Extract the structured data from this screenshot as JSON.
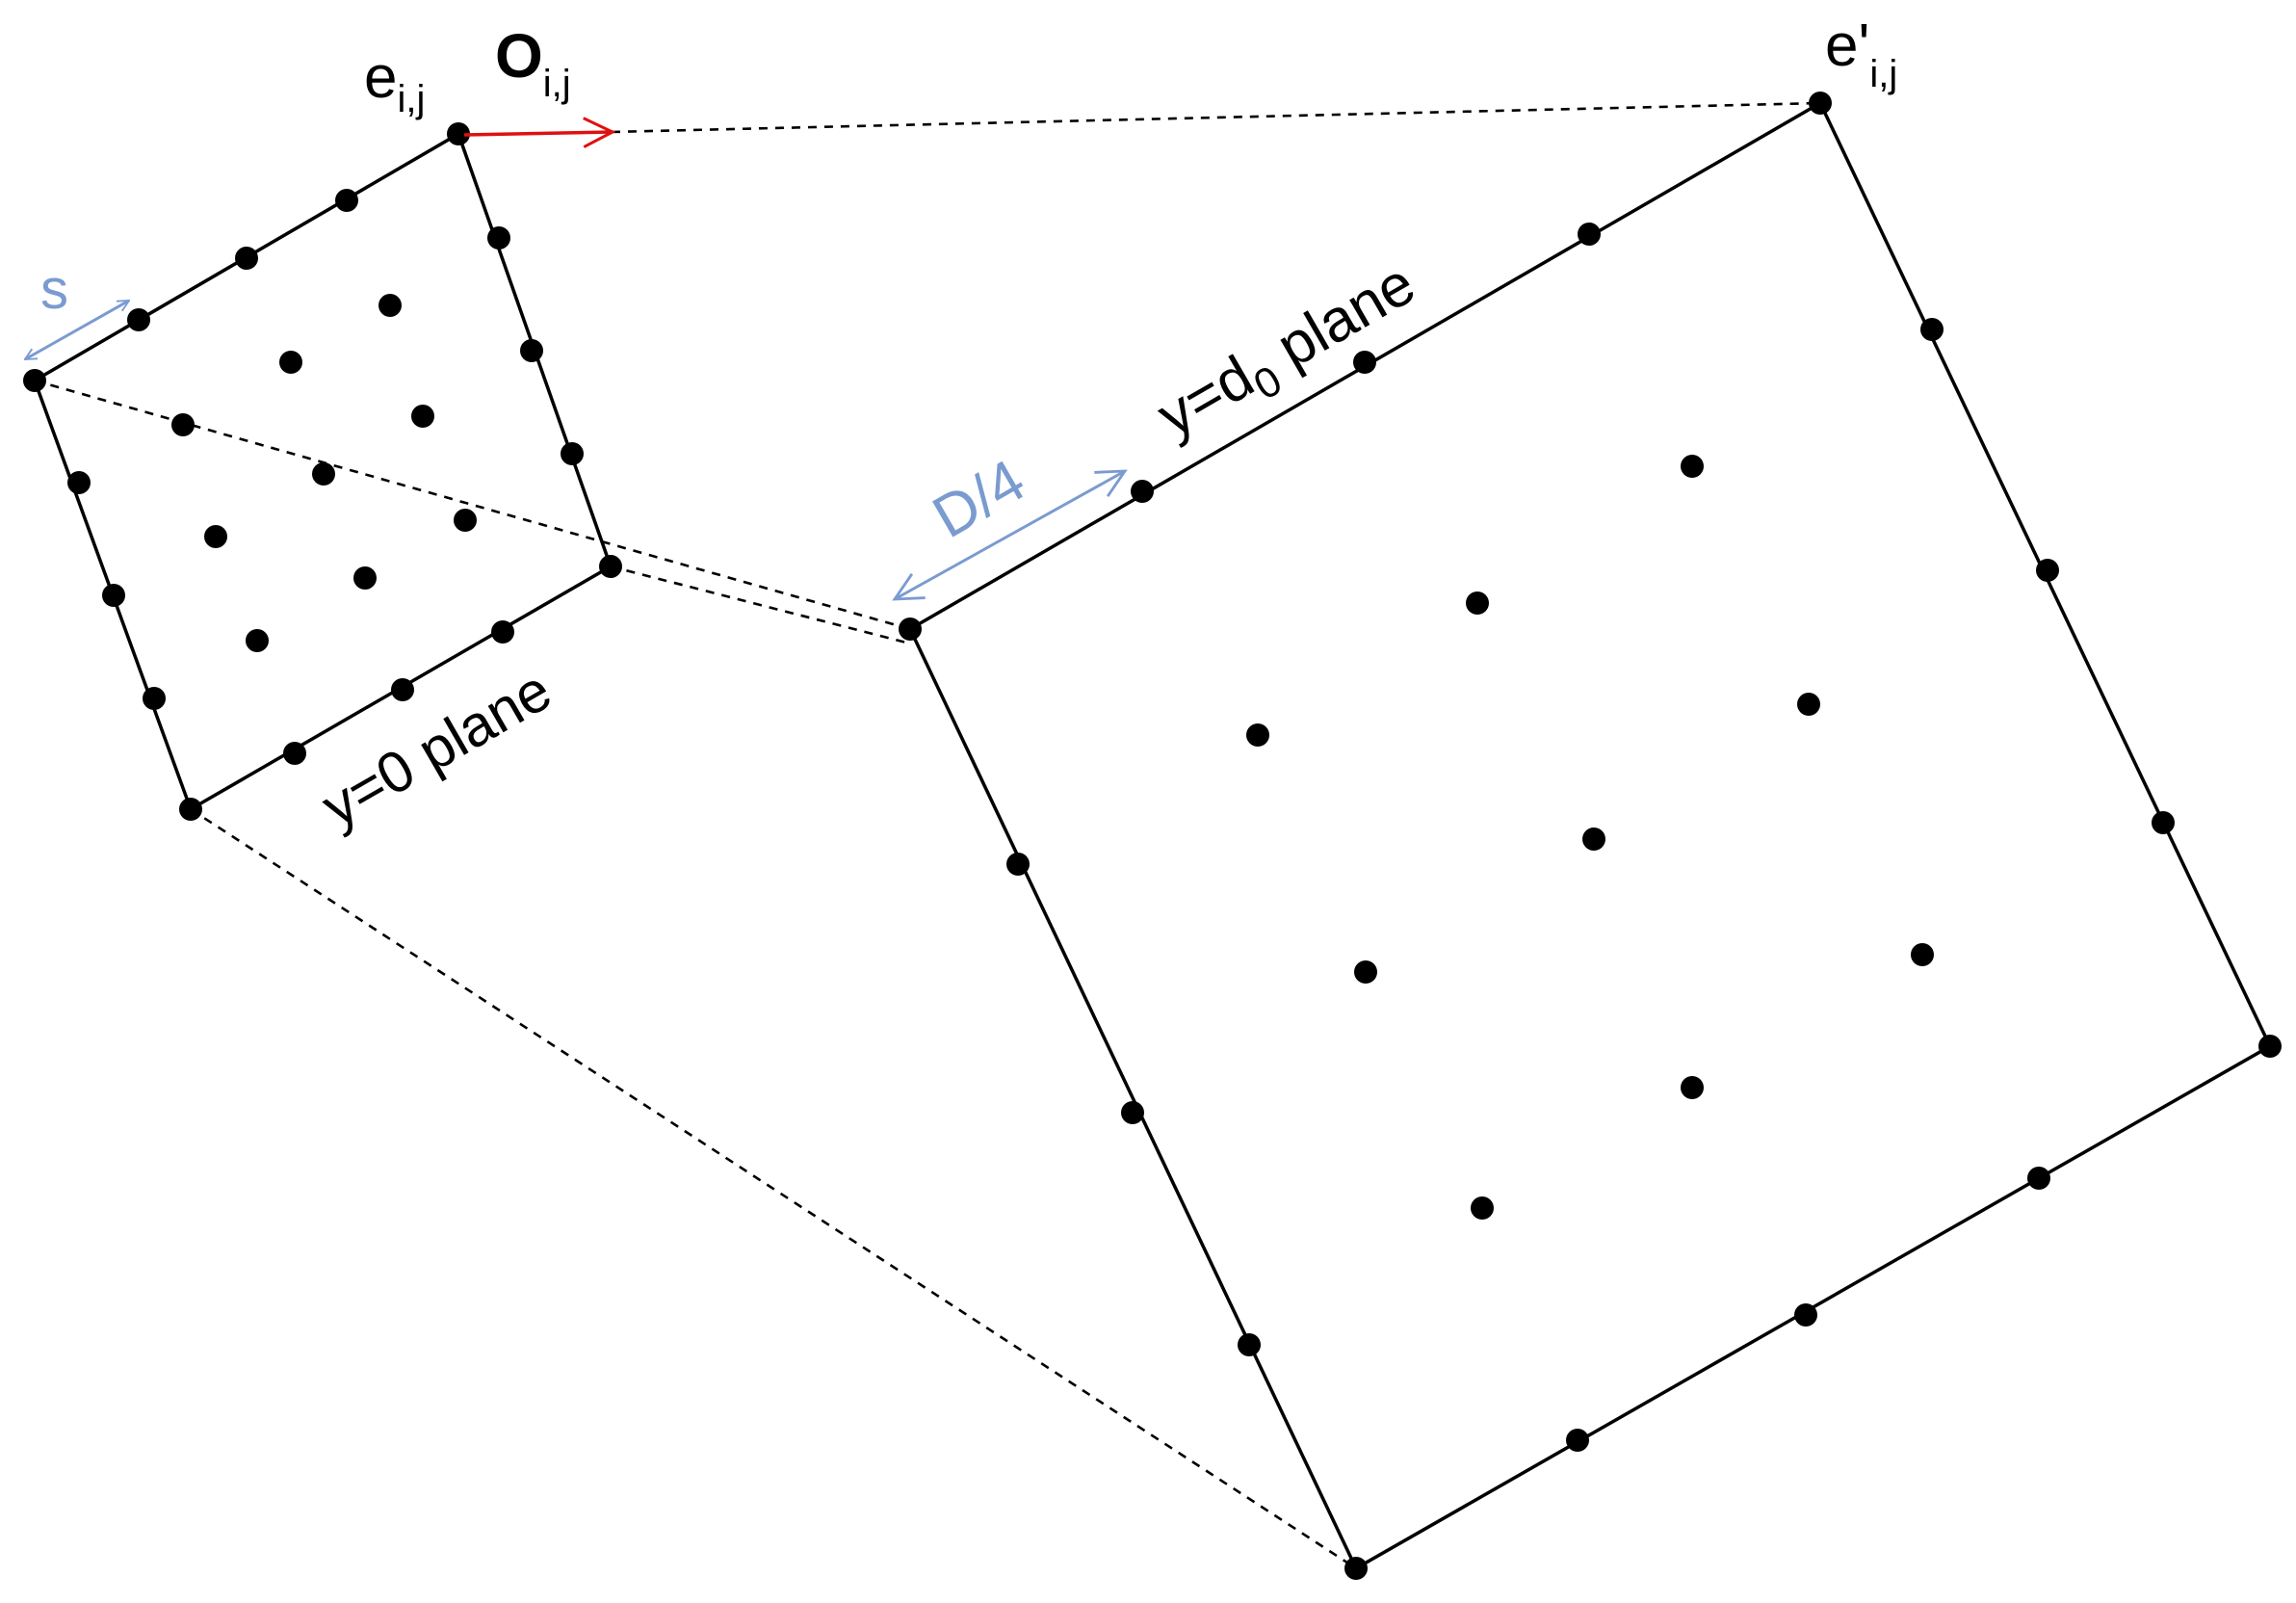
{
  "labels": {
    "e_base": "e",
    "e_sub": "i,j",
    "o_base": "O",
    "o_sub": "i,j",
    "eprime_base": "e'",
    "eprime_sub": "i,j",
    "s": "s",
    "d4": "D/4",
    "plane0": "y=0 plane",
    "plane_d_pre": "y=d",
    "plane_d_sub": "0",
    "plane_d_post": " plane"
  },
  "colors": {
    "edge": "#000000",
    "dimension_arrow": "#7a9bd0",
    "offset_arrow": "#e01010"
  }
}
